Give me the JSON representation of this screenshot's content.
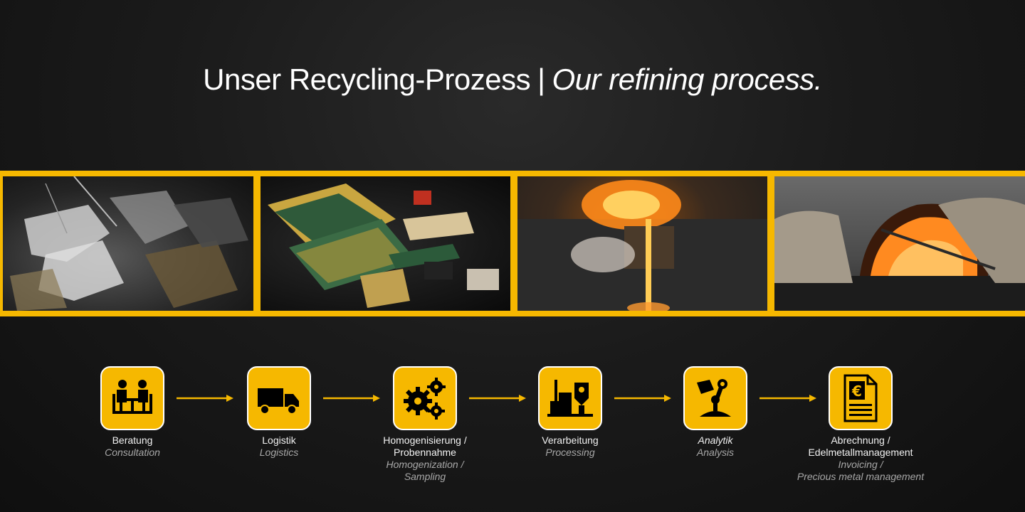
{
  "title": {
    "de": "Unser Recycling-Prozess",
    "sep": "|",
    "en": "Our refining process."
  },
  "brand_color": "#f6b800",
  "photos": [
    {
      "icon": "scrap-metal-photo"
    },
    {
      "icon": "circuit-boards-photo"
    },
    {
      "icon": "molten-metal-pour-photo"
    },
    {
      "icon": "furnace-photo"
    }
  ],
  "steps": [
    {
      "icon": "consultation-icon",
      "de": "Beratung",
      "en": "Consultation"
    },
    {
      "icon": "truck-icon",
      "de": "Logistik",
      "en": "Logistics"
    },
    {
      "icon": "gears-icon",
      "de": "Homogenisierung /\nProbennahme",
      "en": "Homogenization /\nSampling"
    },
    {
      "icon": "factory-icon",
      "de": "Verarbeitung",
      "en": "Processing"
    },
    {
      "icon": "analysis-robot-icon",
      "de": "Analytik",
      "en": "Analysis"
    },
    {
      "icon": "invoice-euro-icon",
      "de": "Abrechnung /\nEdelmetallmanagement",
      "en": "Invoicing /\nPrecious metal management"
    }
  ]
}
